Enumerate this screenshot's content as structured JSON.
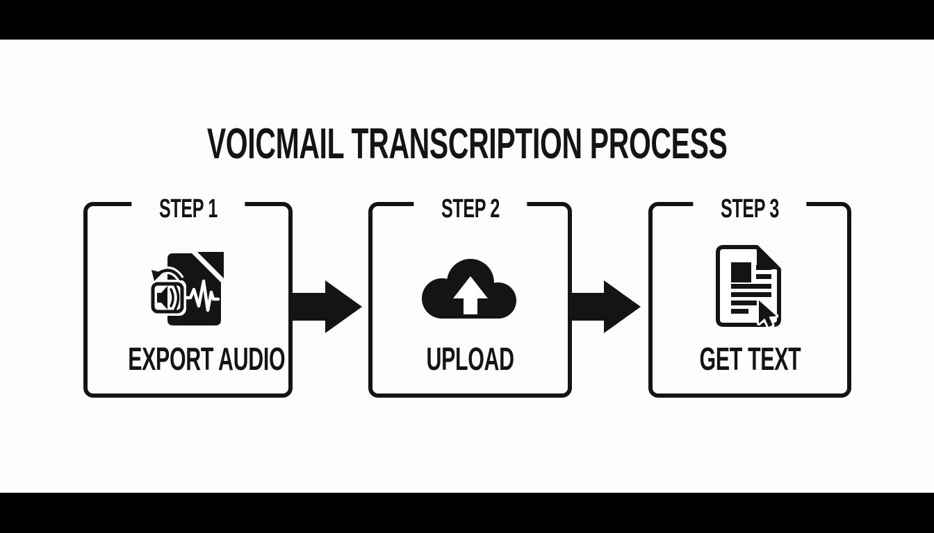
{
  "title": "VOICMAIL TRANSCRIPTION PROCESS",
  "steps": [
    {
      "step_label": "STEP 1",
      "caption": "EXPORT AUDIO",
      "icon": "audio-file-export-icon"
    },
    {
      "step_label": "STEP 2",
      "caption": "UPLOAD",
      "icon": "cloud-upload-icon"
    },
    {
      "step_label": "STEP 3",
      "caption": "GET TEXT",
      "icon": "document-text-cursor-icon"
    }
  ],
  "icons": {
    "between_steps": "arrow-right-icon"
  },
  "colors": {
    "ink": "#141414",
    "background": "#fdfdfd",
    "letterbox_bar": "#000000"
  }
}
